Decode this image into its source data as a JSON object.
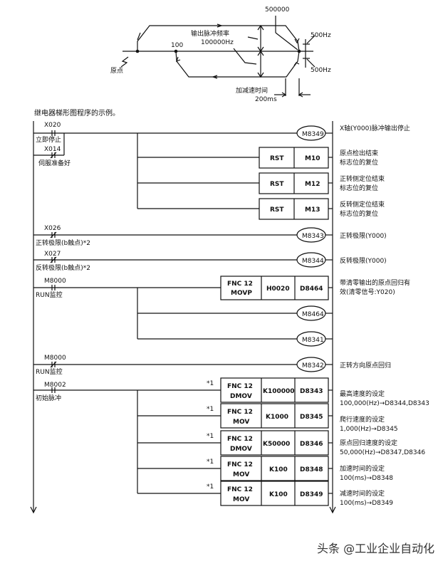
{
  "profile": {
    "peak_label": "500000",
    "freq_label_1": "输出脉冲频率",
    "freq_label_2": "100000Hz",
    "point_100": "100",
    "origin": "原点",
    "hz_upper": "500Hz",
    "hz_lower": "500Hz",
    "accel_label": "加减速时间",
    "accel_value": "200ms"
  },
  "title": "继电器梯形图程序的示例。",
  "rungs": {
    "x020": {
      "addr": "X020",
      "label": "立即停止"
    },
    "x014": {
      "addr": "X014",
      "label": "伺服准备好"
    },
    "m8349": {
      "coil": "M8349",
      "comment": "X轴(Y000)脉冲输出停止"
    },
    "rst": [
      {
        "op": "RST",
        "dev": "M10",
        "comment1": "原点检出结束",
        "comment2": "标志位的复位"
      },
      {
        "op": "RST",
        "dev": "M12",
        "comment1": "正转侧定位结束",
        "comment2": "标志位的复位"
      },
      {
        "op": "RST",
        "dev": "M13",
        "comment1": "反转侧定位结束",
        "comment2": "标志位的复位"
      }
    ],
    "x026": {
      "addr": "X026",
      "label": "正转极限(b触点)*2",
      "coil": "M8343",
      "comment": "正转极限(Y000)"
    },
    "x027": {
      "addr": "X027",
      "label": "反转极限(b触点)*2",
      "coil": "M8344",
      "comment": "反转极限(Y000)"
    },
    "m8000a": {
      "addr": "M8000",
      "label": "RUN监控",
      "fnc1": "FNC 12",
      "fnc2": "MOVP",
      "src": "H0020",
      "dst": "D8464",
      "comment1": "带清零输出的原点回归有",
      "comment2": "效(清零信号:Y020)",
      "coil1": "M8464",
      "coil2": "M8341"
    },
    "m8000b": {
      "addr": "M8000",
      "label": "RUN监控",
      "coil": "M8342",
      "comment": "正转方向原点回归"
    },
    "m8002": {
      "addr": "M8002",
      "label": "初始脉冲"
    },
    "movs": [
      {
        "note": "*1",
        "fnc1": "FNC 12",
        "fnc2": "DMOV",
        "src": "K100000",
        "dst": "D8343",
        "comment1": "最高速度的设定",
        "comment2": "100,000(Hz)→D8344,D8343"
      },
      {
        "note": "*1",
        "fnc1": "FNC 12",
        "fnc2": "MOV",
        "src": "K1000",
        "dst": "D8345",
        "comment1": "爬行速度的设定",
        "comment2": "1,000(Hz)→D8345"
      },
      {
        "note": "*1",
        "fnc1": "FNC 12",
        "fnc2": "DMOV",
        "src": "K50000",
        "dst": "D8346",
        "comment1": "原点回归速度的设定",
        "comment2": "50,000(Hz)→D8347,D8346"
      },
      {
        "note": "*1",
        "fnc1": "FNC 12",
        "fnc2": "MOV",
        "src": "K100",
        "dst": "D8348",
        "comment1": "加速时间的设定",
        "comment2": "100(ms)→D8348"
      },
      {
        "note": "*1",
        "fnc1": "FNC 12",
        "fnc2": "MOV",
        "src": "K100",
        "dst": "D8349",
        "comment1": "减速时间的设定",
        "comment2": "100(ms)→D8349"
      }
    ]
  },
  "watermark": "头条 @工业企业自动化"
}
